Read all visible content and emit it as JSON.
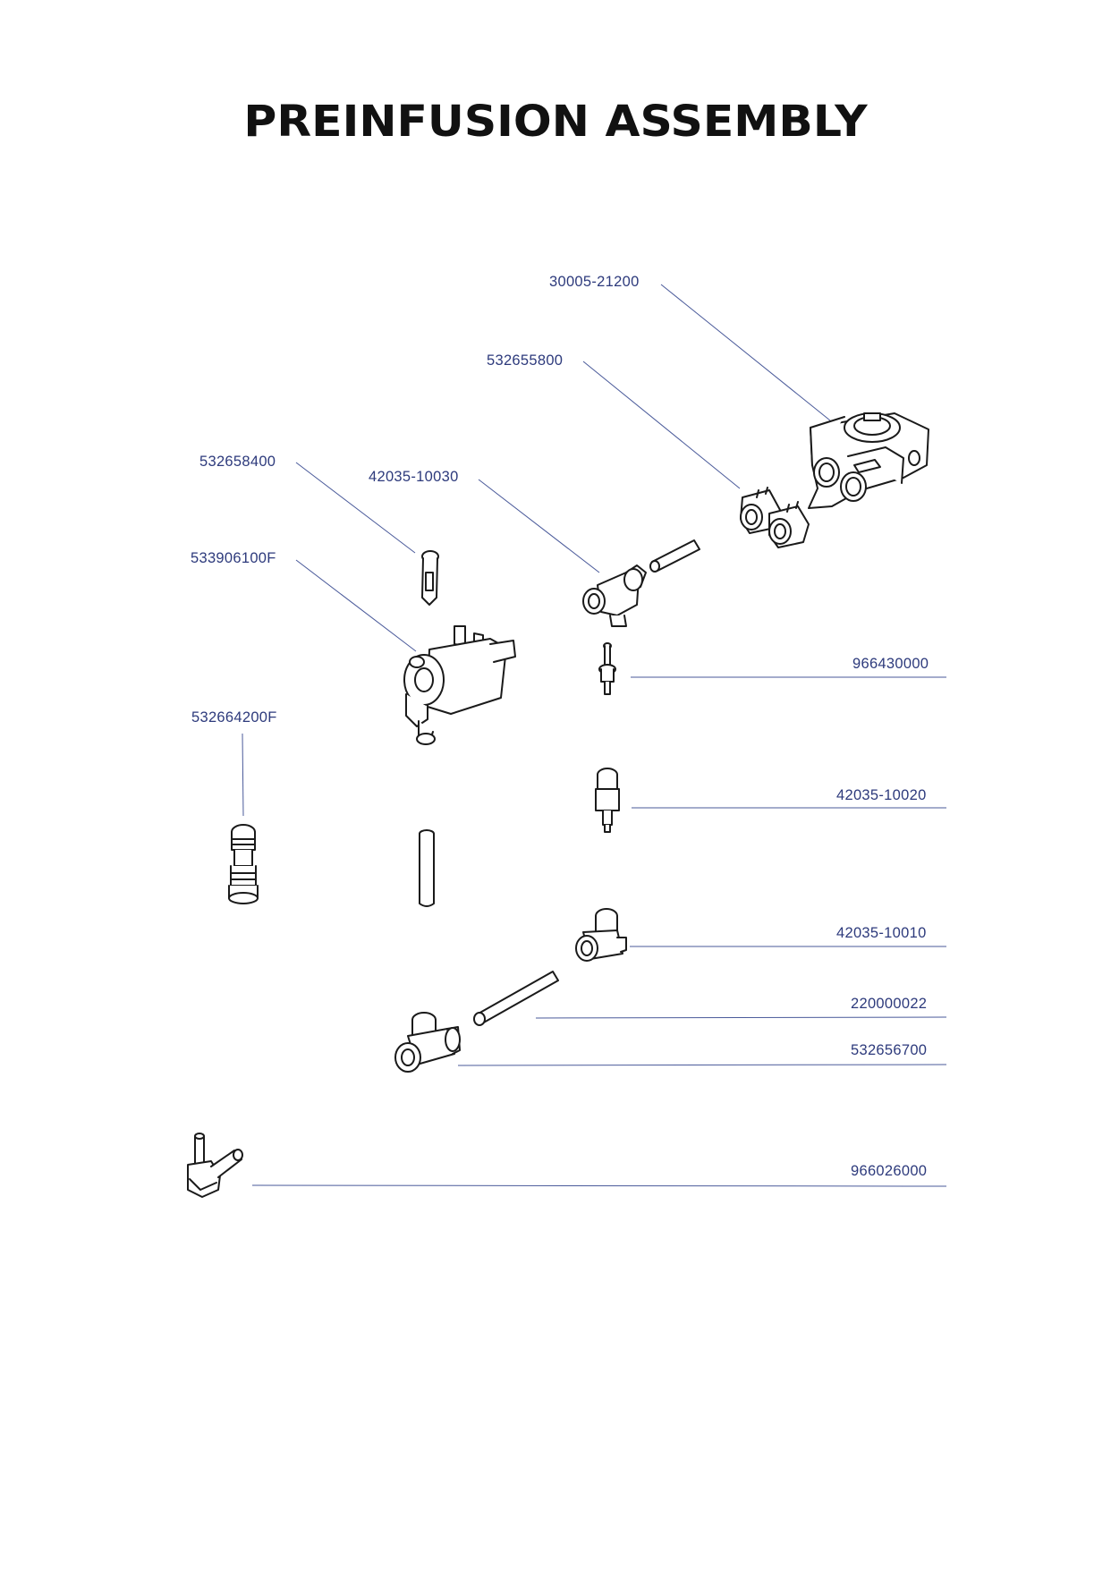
{
  "title": "PREINFUSION ASSEMBLY",
  "colors": {
    "label": "#2d3a7c",
    "leader": "#4a5a9a",
    "part_line": "#1a1a1a"
  },
  "parts": [
    {
      "id": "p1",
      "number": "30005-21200"
    },
    {
      "id": "p2",
      "number": "532655800"
    },
    {
      "id": "p3",
      "number": "532658400"
    },
    {
      "id": "p4",
      "number": "42035-10030"
    },
    {
      "id": "p5",
      "number": "533906100F"
    },
    {
      "id": "p6",
      "number": "966430000"
    },
    {
      "id": "p7",
      "number": "532664200F"
    },
    {
      "id": "p8",
      "number": "42035-10020"
    },
    {
      "id": "p9",
      "number": "42035-10010"
    },
    {
      "id": "p10",
      "number": "220000022"
    },
    {
      "id": "p11",
      "number": "532656700"
    },
    {
      "id": "p12",
      "number": "966026000"
    }
  ]
}
